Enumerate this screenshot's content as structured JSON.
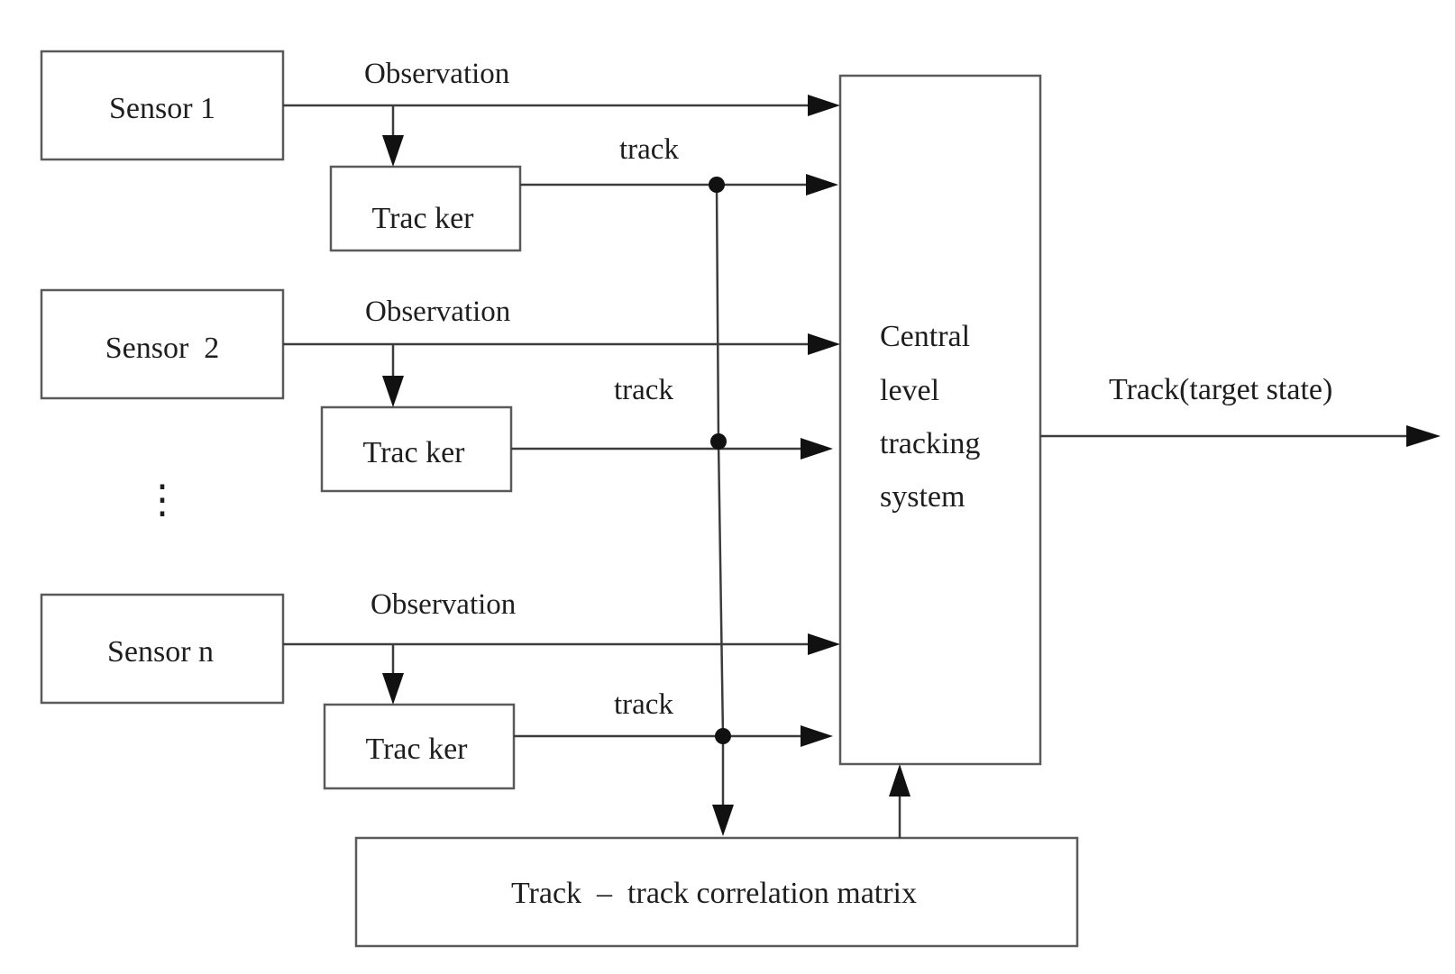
{
  "sensors": [
    {
      "label": "Sensor 1"
    },
    {
      "label": "Sensor  2"
    },
    {
      "label": "Sensor n"
    }
  ],
  "trackers": [
    {
      "label": "Trac ker"
    },
    {
      "label": "Trac ker"
    },
    {
      "label": "Trac ker"
    }
  ],
  "edges": {
    "observation_labels": [
      "Observation",
      "Observation",
      "Observation"
    ],
    "track_labels": [
      "track",
      "track",
      "track"
    ],
    "output_label": "Track(target state)"
  },
  "ellipsis": "⋮",
  "central": {
    "lines": [
      "Central",
      "level",
      "tracking",
      "system"
    ]
  },
  "correlation": {
    "label": "Track  –  track correlation matrix"
  }
}
